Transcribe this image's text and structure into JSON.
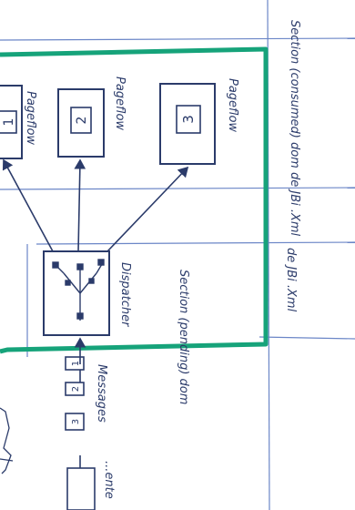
{
  "diagram": {
    "ink_color": "#2b3b6a",
    "highlight_color": "#16a37a",
    "rule_color": "#6b86c7",
    "boxes": [
      {
        "id": "1",
        "label": "1"
      },
      {
        "id": "2",
        "label": "2"
      },
      {
        "id": "3",
        "label": "3"
      }
    ],
    "pageflow_labels": [
      "Pageflow",
      "Pageflow",
      "Pageflow"
    ],
    "splitter_label": "Dispatcher",
    "section_pending_label": "Section (pending) dom",
    "section_consumed_label": "Section (consumed) dom de JBi .Xml",
    "dejbi_label": "de JBi .Xml",
    "messages_label": "Messages",
    "message_numbers": [
      "3",
      "2",
      "1"
    ],
    "bottom_partial_label": "...ente"
  }
}
